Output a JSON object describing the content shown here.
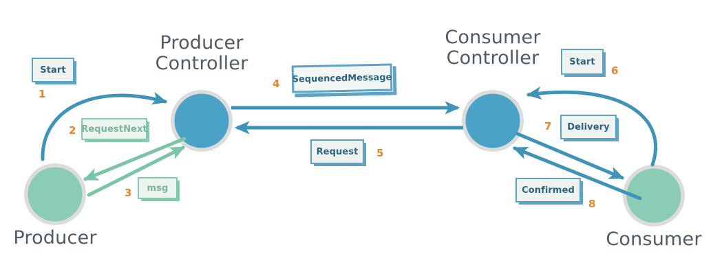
{
  "diagram": {
    "title_producer_controller": "Producer\nController",
    "title_consumer_controller": "Consumer\nController",
    "title_producer": "Producer",
    "title_consumer": "Consumer",
    "colors": {
      "controller_fill": "#4aa3c7",
      "endpoint_fill": "#8bcdb4",
      "node_ring": "#dcdcdc",
      "blue_arrow": "#3f92b8",
      "green_arrow": "#7bc4a4",
      "step_number": "#e8842a",
      "box_blue_border": "#5fa3c4",
      "box_green_border": "#88c9ac",
      "box_fill": "#eef2f0",
      "label_text": "#4f5a66"
    }
  },
  "nodes": [
    {
      "name": "producer-controller",
      "label": "Producer\nController",
      "kind": "controller"
    },
    {
      "name": "consumer-controller",
      "label": "Consumer\nController",
      "kind": "controller"
    },
    {
      "name": "producer",
      "label": "Producer",
      "kind": "endpoint"
    },
    {
      "name": "consumer",
      "label": "Consumer",
      "kind": "endpoint"
    }
  ],
  "steps": [
    {
      "num": "1",
      "label": "Start",
      "color": "blue",
      "from": "start-left",
      "to": "producer-controller"
    },
    {
      "num": "2",
      "label": "RequestNext",
      "color": "green",
      "from": "producer-controller",
      "to": "producer"
    },
    {
      "num": "3",
      "label": "msg",
      "color": "green",
      "from": "producer",
      "to": "producer-controller"
    },
    {
      "num": "4",
      "label": "SequencedMessage",
      "color": "blue",
      "from": "producer-controller",
      "to": "consumer-controller"
    },
    {
      "num": "5",
      "label": "Request",
      "color": "blue",
      "from": "consumer-controller",
      "to": "producer-controller"
    },
    {
      "num": "6",
      "label": "Start",
      "color": "blue",
      "from": "start-right",
      "to": "consumer-controller"
    },
    {
      "num": "7",
      "label": "Delivery",
      "color": "blue",
      "from": "consumer-controller",
      "to": "consumer"
    },
    {
      "num": "8",
      "label": "Confirmed",
      "color": "blue",
      "from": "consumer",
      "to": "consumer-controller"
    }
  ],
  "boxes": {
    "start_left": "Start",
    "request_next": "RequestNext",
    "msg": "msg",
    "sequenced_message": "SequencedMessage",
    "request": "Request",
    "start_right": "Start",
    "delivery": "Delivery",
    "confirmed": "Confirmed"
  },
  "numbers": {
    "n1": "1",
    "n2": "2",
    "n3": "3",
    "n4": "4",
    "n5": "5",
    "n6": "6",
    "n7": "7",
    "n8": "8"
  }
}
